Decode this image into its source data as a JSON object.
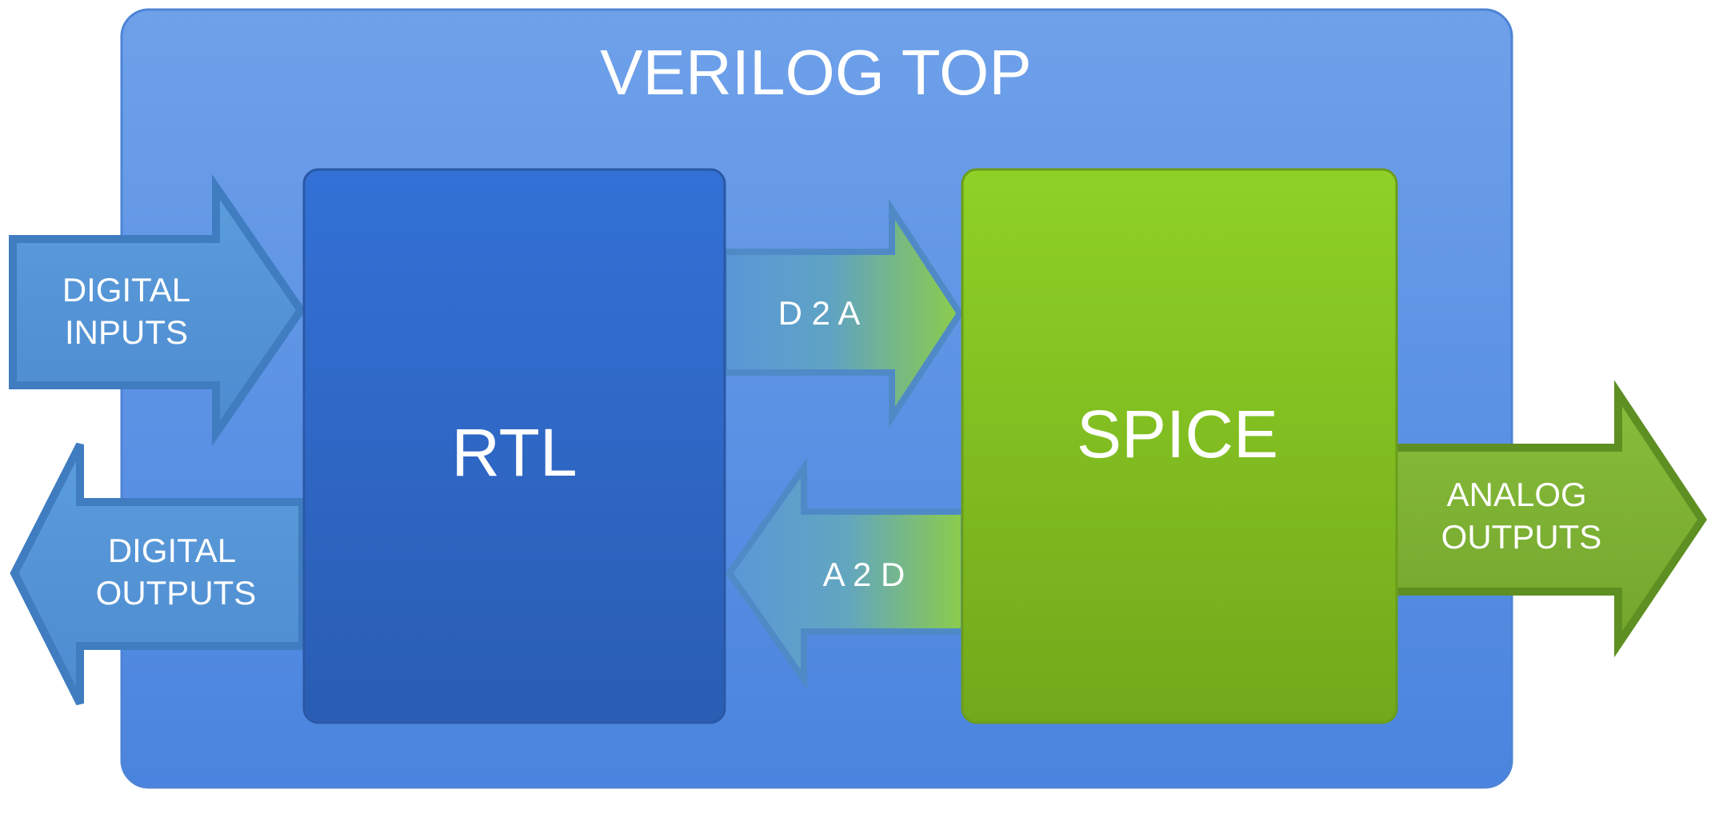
{
  "diagram": {
    "container": {
      "title": "VERILOG TOP"
    },
    "blocks": {
      "rtl": {
        "label": "RTL"
      },
      "spice": {
        "label": "SPICE"
      }
    },
    "arrows": {
      "digital_inputs": {
        "line1": "DIGITAL",
        "line2": "INPUTS"
      },
      "digital_outputs": {
        "line1": "DIGITAL",
        "line2": "OUTPUTS"
      },
      "d2a": {
        "label": "D 2 A"
      },
      "a2d": {
        "label": "A 2 D"
      },
      "analog_outputs": {
        "line1": "ANALOG",
        "line2": "OUTPUTS"
      }
    },
    "colors": {
      "container": "#5b93e3",
      "rtl": "#2f68c8",
      "spice": "#84c61e",
      "digital_arrow": "#5595d6",
      "analog_arrow": "#7fb032",
      "text": "#ffffff"
    }
  }
}
